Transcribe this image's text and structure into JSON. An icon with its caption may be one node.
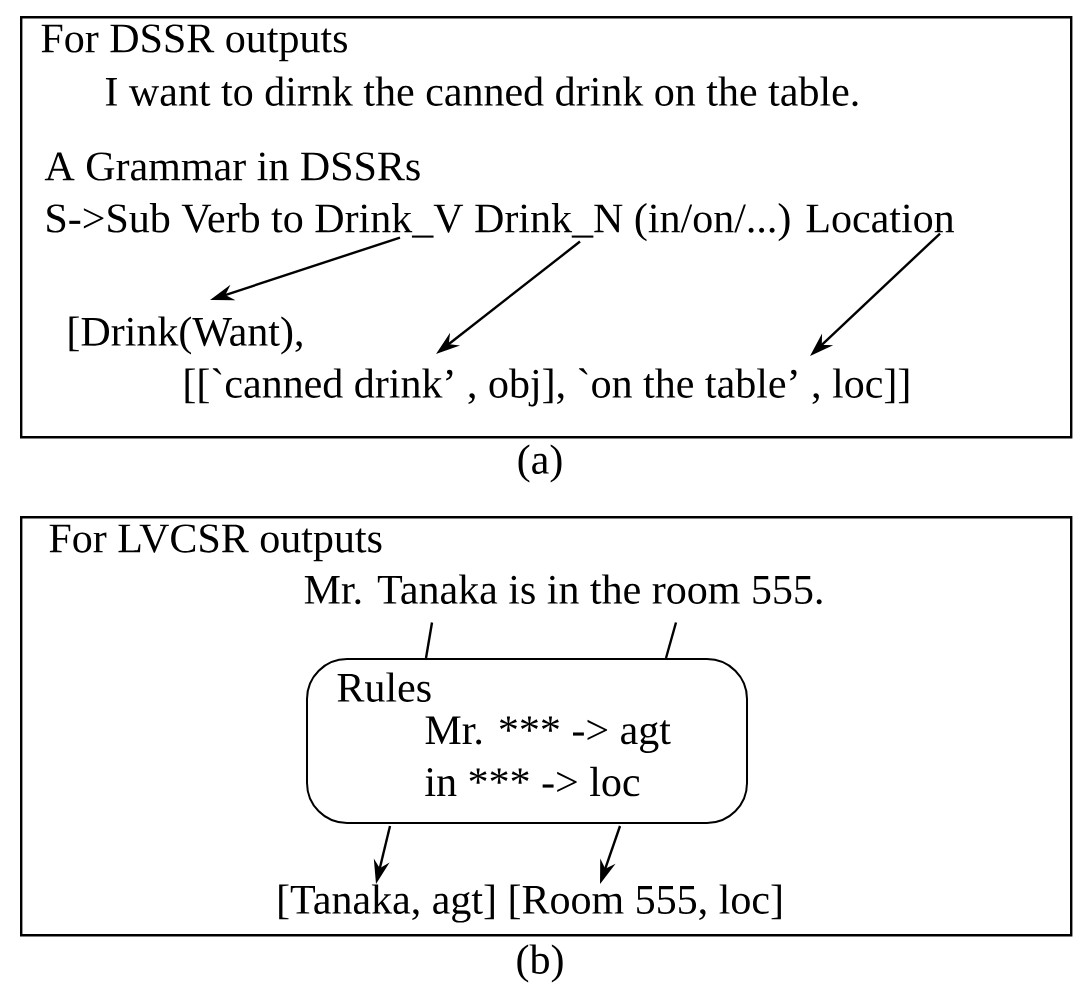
{
  "diagram": {
    "nodes": [
      {
        "text": [
          "For DSSR outputs"
        ]
      },
      {
        "text": [
          "A Grammar in DSSRs",
          "S->Sub Verb to Drink_V Drink_N (in/on/...) Location"
        ],
        "in": 0
      },
      {
        "text": [
          "[Drink(Want),",
          "[[`canned drink’  , obj], `on the table’  ,  loc]]"
        ],
        "in": 0
      },
      {
        "text": [
          "For LVCSR outputs"
        ]
      },
      {
        "text": [
          "Mr. Tanaka is in the room 555."
        ],
        "in": 3
      },
      {
        "text": [
          "Rules",
          "Mr. *** -> agt",
          "in *** -> loc"
        ],
        "in": 3
      },
      {
        "text": [
          "[Tanaka, agt] [Room 555, loc]"
        ],
        "in": 3
      }
    ],
    "edges": [
      {
        "from": 1,
        "to": 2,
        "arrow": "to"
      },
      {
        "from": 1,
        "to": 2,
        "arrow": "to"
      },
      {
        "from": 1,
        "to": 2,
        "arrow": "to"
      },
      {
        "from": 4,
        "to": 5,
        "arrow": "none"
      },
      {
        "from": 4,
        "to": 5,
        "arrow": "none"
      },
      {
        "from": 5,
        "to": 6,
        "arrow": "to"
      },
      {
        "from": 5,
        "to": 6,
        "arrow": "to"
      }
    ],
    "labels": [
      "I want to dirnk the canned drink on the table.",
      "(a)",
      "(b)"
    ]
  }
}
